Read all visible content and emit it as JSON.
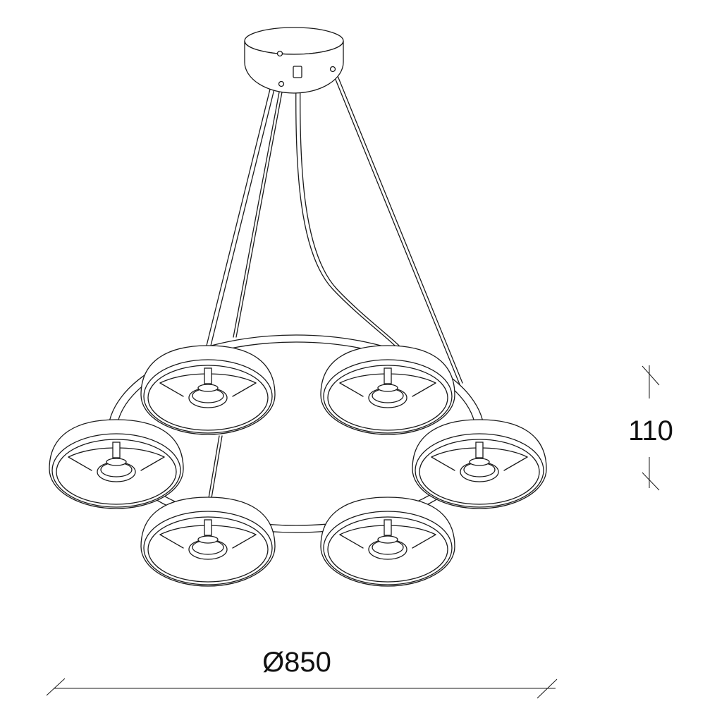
{
  "dimensions": {
    "height_label": "110",
    "diameter_label": "Ø850"
  },
  "fixture": {
    "lamp_count": 6
  }
}
